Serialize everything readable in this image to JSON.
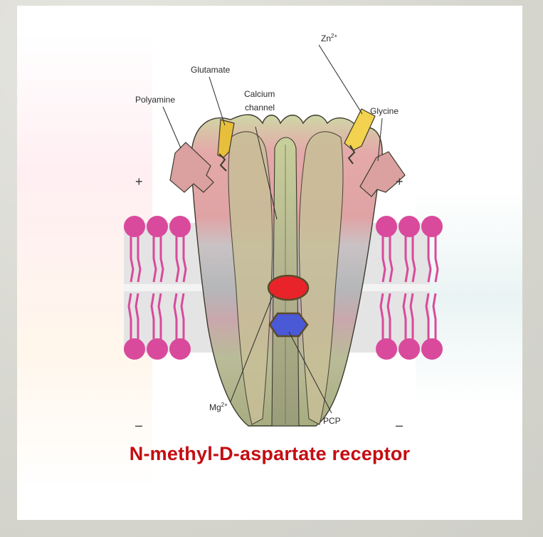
{
  "labels": {
    "polyamine": "Polyamine",
    "glutamate": "Glutamate",
    "calcium": "Calcium",
    "channel": "channel",
    "zn": "Zn",
    "zn_sup": "2+",
    "glycine": "Glycine",
    "mg": "Mg",
    "mg_sup": "2+",
    "pcp": "PCP",
    "plus": "+",
    "minus": "–"
  },
  "caption": "N-methyl-D-aspartate receptor",
  "colors": {
    "membrane": "#d94a9c",
    "receptor_pink": "#e3a6a4",
    "receptor_green": "#b8b88a",
    "channel_olive": "#a3a96e",
    "mg_site": "#e8242a",
    "pcp_site": "#4a59d6",
    "glutamate_ligand": "#e8bf3c",
    "zn_ligand": "#f2d24e",
    "caption": "#c40d12"
  }
}
